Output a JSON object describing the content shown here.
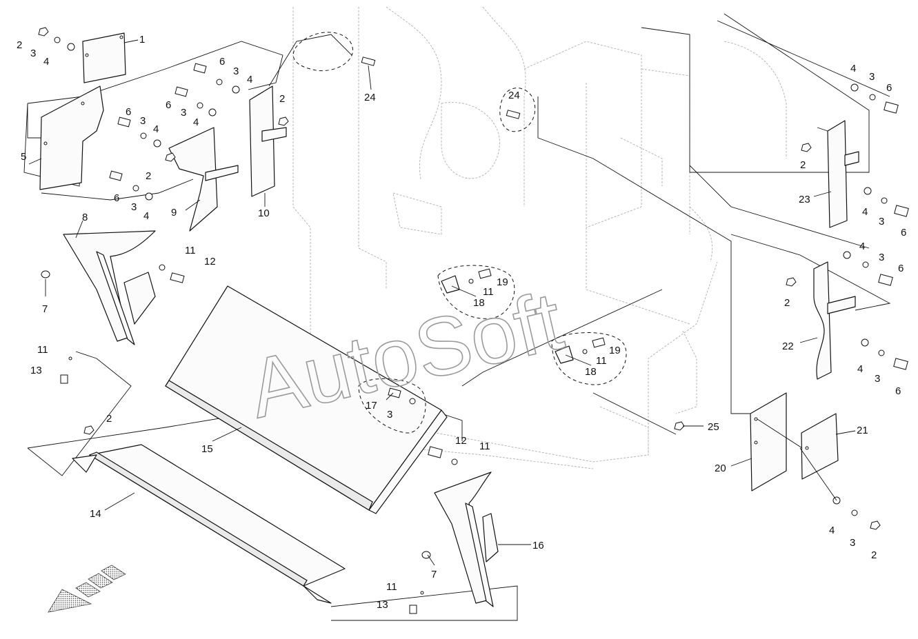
{
  "watermark": "AutoSoft",
  "callouts": {
    "c1": "1",
    "c2a": "2",
    "c3a": "3",
    "c4a": "4",
    "c5": "5",
    "c6a": "6",
    "c3b": "3",
    "c4b": "4",
    "c6b": "6",
    "c3c": "3",
    "c4c": "4",
    "c6c": "6",
    "c3d": "3",
    "c4d": "4",
    "c2b": "2",
    "c6d": "6",
    "c3e": "3",
    "c4e": "4",
    "c9": "9",
    "c10": "10",
    "c2c": "2",
    "c24a": "24",
    "c24b": "24",
    "c8": "8",
    "c7a": "7",
    "c11a": "11",
    "c12a": "12",
    "c11b": "11",
    "c13a": "13",
    "c15": "15",
    "c17": "17",
    "c3f": "3",
    "c2d": "2",
    "c14": "14",
    "c12b": "12",
    "c11c": "11",
    "c16": "16",
    "c7b": "7",
    "c11d": "11",
    "c13b": "13",
    "c11e": "11",
    "c19a": "19",
    "c18a": "18",
    "c19b": "19",
    "c11f": "11",
    "c18b": "18",
    "c4f": "4",
    "c3g": "3",
    "c6e": "6",
    "c2e": "2",
    "c23": "23",
    "c4g": "4",
    "c3h": "3",
    "c6f": "6",
    "c4h": "4",
    "c3i": "3",
    "c6g": "6",
    "c2f": "2",
    "c22": "22",
    "c4i": "4",
    "c3j": "3",
    "c6h": "6",
    "c25": "25",
    "c20": "20",
    "c21": "21",
    "c4j": "4",
    "c3k": "3",
    "c2g": "2"
  },
  "icons": {
    "direction": "direction-arrow-icon"
  }
}
